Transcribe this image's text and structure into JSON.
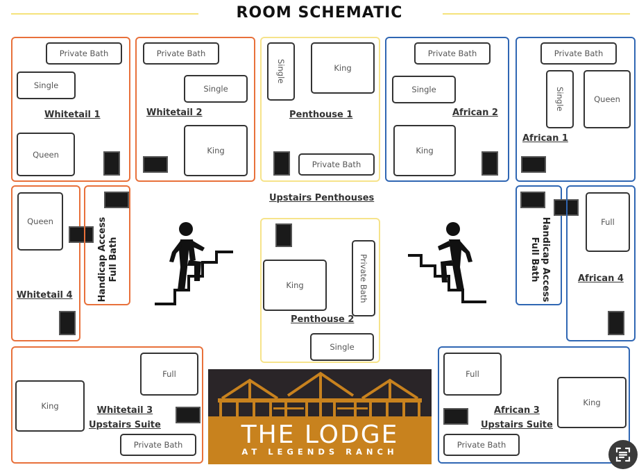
{
  "title": "ROOM SCHEMATIC",
  "colors": {
    "whitetail_border": "#e8703a",
    "penthouse_border": "#f6e38a",
    "african_border": "#2f66b3",
    "logo_gold": "#c8821e",
    "logo_dark": "#2a2528"
  },
  "center_label": "Upstairs Penthouses",
  "rooms": {
    "whitetail1": {
      "name": "Whitetail 1",
      "bath": "Private Bath",
      "bed1": "Single",
      "bed2": "Queen"
    },
    "whitetail2": {
      "name": "Whitetail 2",
      "bath": "Private Bath",
      "bed1": "Single",
      "bed2": "King"
    },
    "penthouse1": {
      "name": "Penthouse 1",
      "bed1": "Single",
      "bed2": "King",
      "bath": "Private Bath"
    },
    "african2": {
      "name": "African 2",
      "bath": "Private Bath",
      "bed1": "Single",
      "bed2": "King"
    },
    "african1": {
      "name": "African 1",
      "bath": "Private Bath",
      "bed1": "Single",
      "bed2": "Queen"
    },
    "whitetail4": {
      "name": "Whitetail 4",
      "bed1": "Queen"
    },
    "handicap_left": {
      "line1": "Handicap Access",
      "line2": "Full Bath"
    },
    "penthouse2": {
      "name": "Penthouse 2",
      "bed1": "King",
      "bath": "Private Bath",
      "bed2": "Single"
    },
    "handicap_right": {
      "line1": "Handicap Access",
      "line2": "Full Bath"
    },
    "african4": {
      "name": "African 4",
      "bed1": "Full"
    },
    "whitetail3": {
      "name": "Whitetail 3",
      "subtitle": "Upstairs Suite",
      "bed1": "King",
      "bed2": "Full",
      "bath": "Private Bath"
    },
    "african3": {
      "name": "African 3",
      "subtitle": "Upstairs Suite",
      "bed1": "Full",
      "bed2": "King",
      "bath": "Private Bath"
    }
  },
  "logo": {
    "line1": "THE LODGE",
    "line2": "AT LEGENDS RANCH"
  },
  "icons": {
    "stairs_left": "person-climbing-stairs-icon",
    "stairs_right": "person-climbing-stairs-icon",
    "door": "door-icon",
    "window": "window-icon",
    "scan": "scan-text-icon"
  }
}
